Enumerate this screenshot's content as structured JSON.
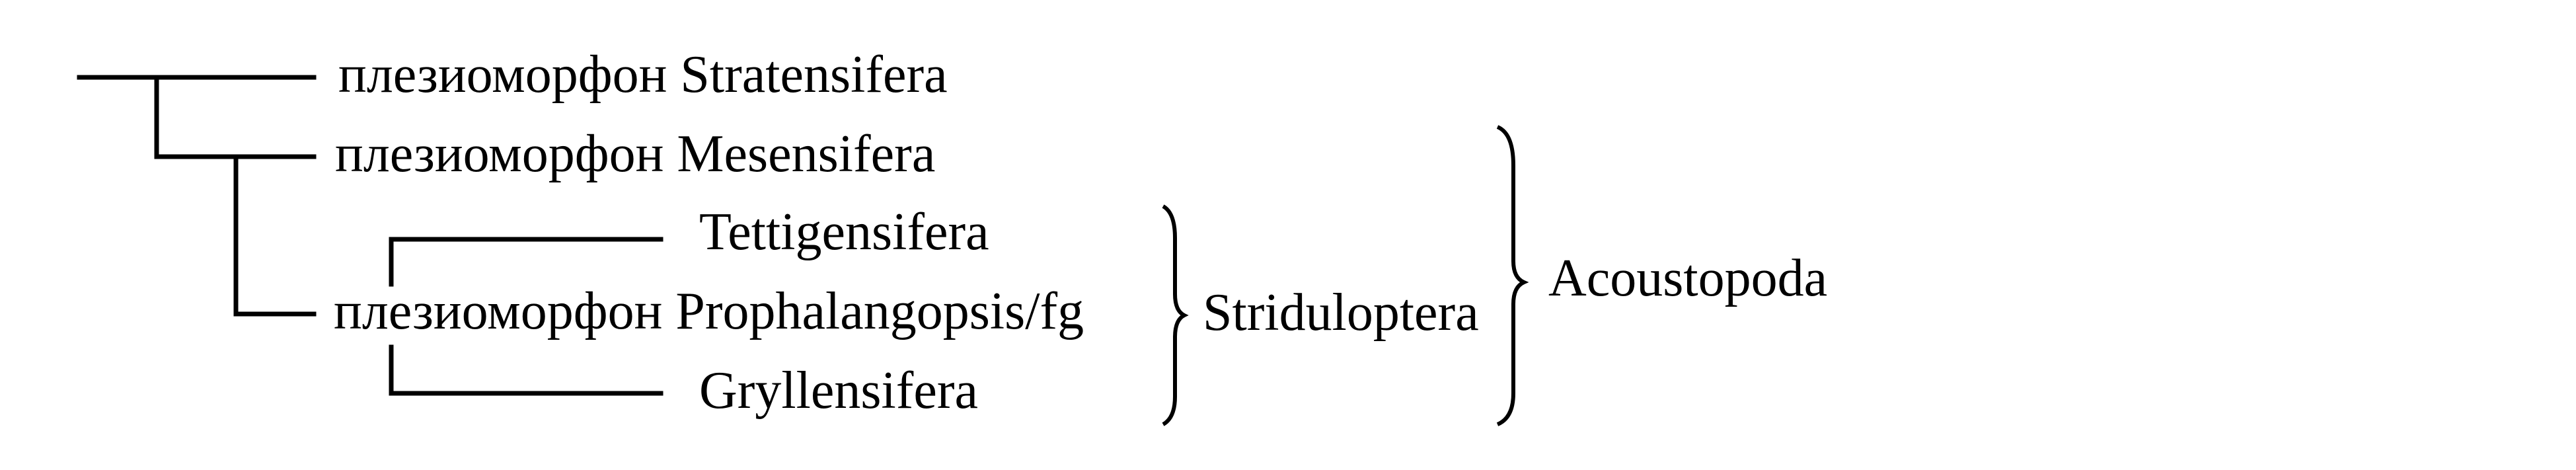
{
  "taxa": {
    "stratensifera": "плезиоморфон Stratensifera",
    "mesensifera": "плезиоморфон Mesensifera",
    "tettigensifera": "Tettigensifera",
    "prophalangopsis": "плезиоморфон Prophalangopsis/fg",
    "gryllensifera": "Gryllensifera"
  },
  "groups": {
    "stridulo": "Striduloptera",
    "acoustopoda": "Acoustopoda"
  },
  "colors": {
    "line": "#000000",
    "background": "#ffffff"
  }
}
